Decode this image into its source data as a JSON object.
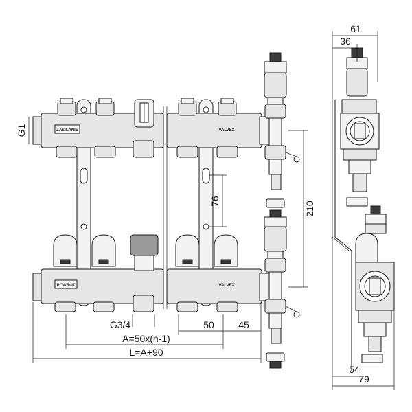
{
  "dimensions": {
    "top_width_outer": "61",
    "top_width_inner": "36",
    "inlet_thread": "G1",
    "height_total": "210",
    "spacing_vertical": "76",
    "outlet_thread": "G3/4",
    "pitch": "50",
    "end_offset": "45",
    "length_a": "A=50x(n-1)",
    "length_l": "L=A+90",
    "bottom_width_inner": "54",
    "bottom_width_outer": "79"
  },
  "labels": {
    "supply_plate": "ZASILANIE",
    "return_plate": "POWRÓT",
    "brand_top": "VALVEX",
    "brand_bottom": "VALVEX"
  }
}
